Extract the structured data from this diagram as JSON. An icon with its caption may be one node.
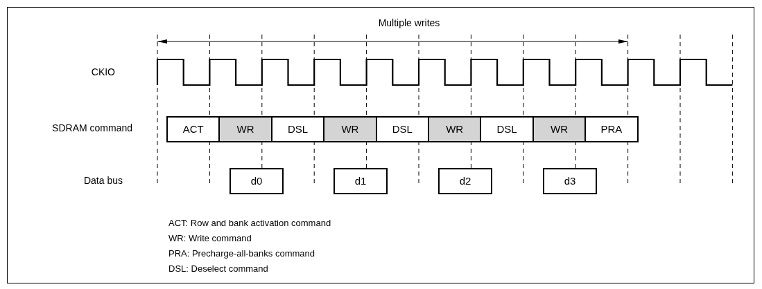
{
  "diagram": {
    "nodes": [
      {
        "text": [
          "ACT"
        ]
      },
      {
        "text": [
          "WR"
        ]
      },
      {
        "text": [
          "DSL"
        ]
      },
      {
        "text": [
          "WR"
        ]
      },
      {
        "text": [
          "DSL"
        ]
      },
      {
        "text": [
          "WR"
        ]
      },
      {
        "text": [
          "DSL"
        ]
      },
      {
        "text": [
          "WR"
        ]
      },
      {
        "text": [
          "PRA"
        ]
      },
      {
        "text": [
          "d0"
        ]
      },
      {
        "text": [
          "d1"
        ]
      },
      {
        "text": [
          "d2"
        ]
      },
      {
        "text": [
          "d3"
        ]
      }
    ],
    "labels": [
      "Multiple writes",
      "CKIO",
      "SDRAM command",
      "Data bus",
      "ACT: Row and bank activation command",
      "WR: Write command",
      "PRA: Precharge-all-banks command",
      "DSL: Deselect command"
    ]
  }
}
